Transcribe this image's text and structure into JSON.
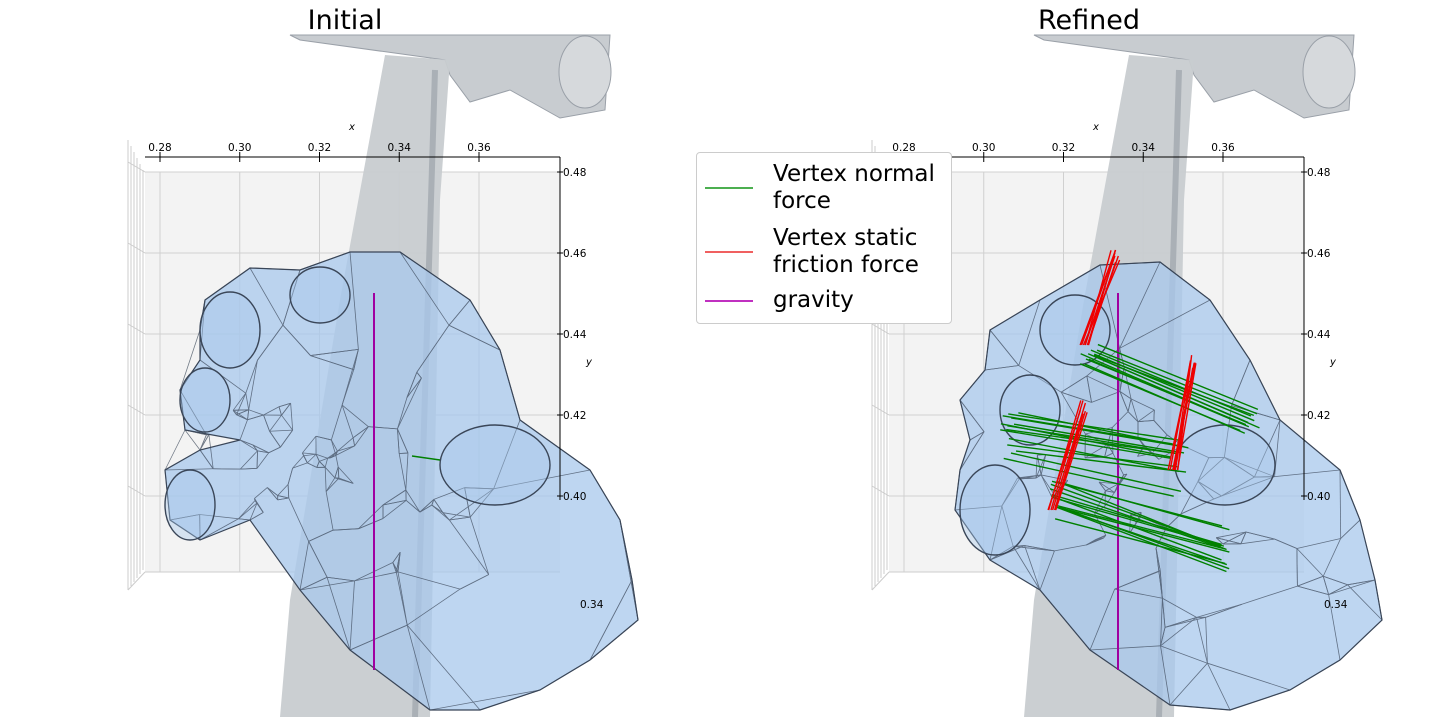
{
  "chart_data": [
    {
      "type": "3d-mesh",
      "title": "Initial",
      "xlabel": "x",
      "ylabel": "y",
      "xticks": [
        "0.28",
        "0.30",
        "0.32",
        "0.34",
        "0.36"
      ],
      "yticks": [
        "0.48",
        "0.46",
        "0.44",
        "0.42",
        "0.40"
      ],
      "zticks": [
        "0.34"
      ],
      "xlim": [
        0.276,
        0.38
      ],
      "ylim": [
        0.396,
        0.484
      ],
      "series": [
        {
          "name": "gravity",
          "color": "#bf00bf",
          "count": 1
        },
        {
          "name": "Vertex normal force",
          "color": "#008000",
          "count": 1
        },
        {
          "name": "Vertex static friction force",
          "color": "#ff0000",
          "count": 0
        }
      ]
    },
    {
      "type": "3d-mesh",
      "title": "Refined",
      "xlabel": "x",
      "ylabel": "y",
      "xticks": [
        "0.28",
        "0.30",
        "0.32",
        "0.34",
        "0.36"
      ],
      "yticks": [
        "0.48",
        "0.46",
        "0.44",
        "0.42",
        "0.40"
      ],
      "zticks": [
        "0.34"
      ],
      "xlim": [
        0.276,
        0.38
      ],
      "ylim": [
        0.396,
        0.484
      ],
      "series": [
        {
          "name": "gravity",
          "color": "#bf00bf",
          "count": 1
        },
        {
          "name": "Vertex normal force",
          "color": "#008000",
          "count": 40
        },
        {
          "name": "Vertex static friction force",
          "color": "#ff0000",
          "count": 24
        }
      ]
    }
  ],
  "legend": {
    "placement": "center",
    "items": [
      {
        "label": "Vertex normal force",
        "color": "#4caf50"
      },
      {
        "label": "Vertex static friction force",
        "color": "#f06060"
      },
      {
        "label": "gravity",
        "color": "#c030c0"
      }
    ]
  },
  "colors": {
    "mesh_fill": "#a8c8ec",
    "mesh_edge": "#3a4658",
    "tool": "#c8ccd0",
    "pane": "#f3f3f3"
  }
}
